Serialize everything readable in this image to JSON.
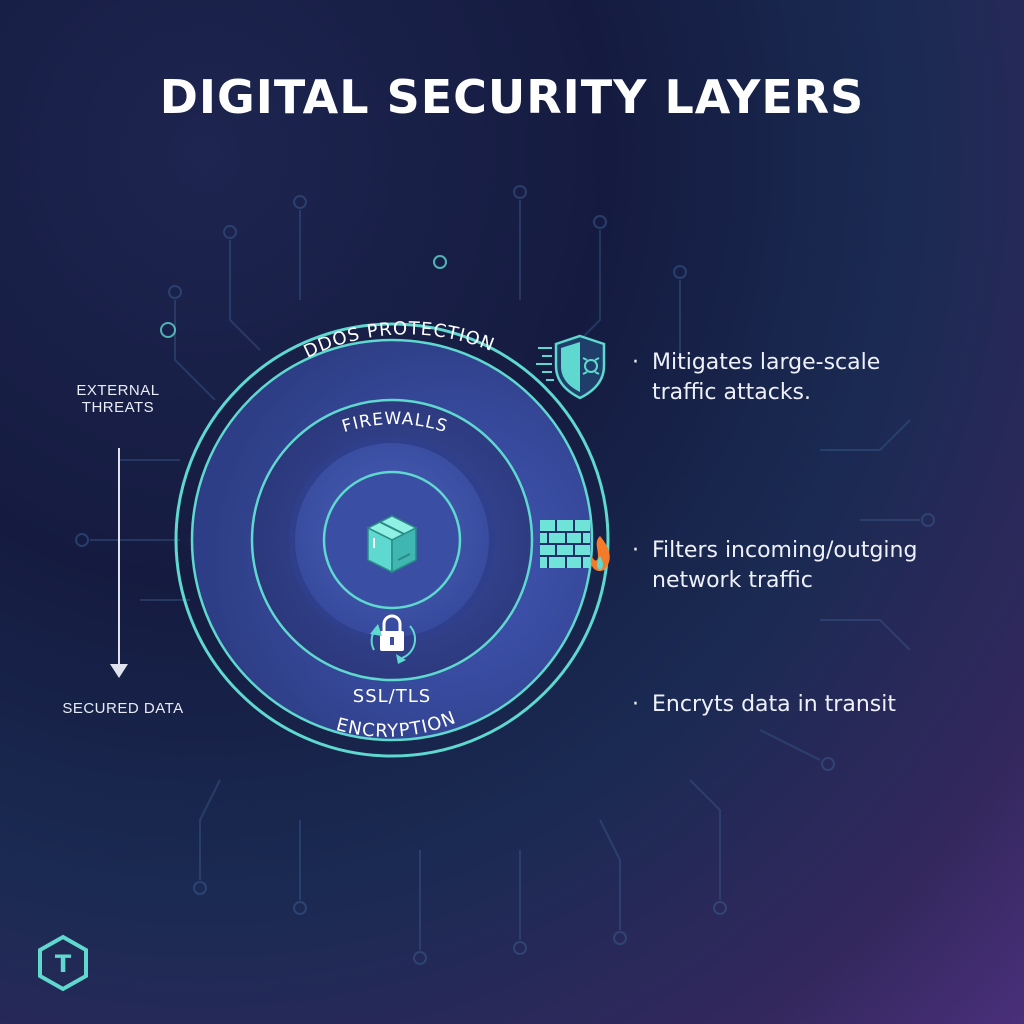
{
  "title": "DIGITAL SECURITY LAYERS",
  "flow": {
    "top_label_line1": "EXTERNAL",
    "top_label_line2": "THREATS",
    "bottom_label": "SECURED DATA"
  },
  "layers": [
    {
      "name": "DDOS PROTECTION",
      "icon": "shield-icon",
      "description": "Mitigates large-scale\ntraffic attacks."
    },
    {
      "name": "FIREWALLS",
      "icon": "firewall-icon",
      "description": "Filters incoming/outging\nnetwork traffic"
    },
    {
      "name_line1": "SSL/TLS",
      "name_line2": "ENCRYPTION",
      "icon": "lock-icon",
      "description": "Encryts data in transit"
    }
  ],
  "core": {
    "icon": "data-box-icon"
  },
  "bullet": "·",
  "logo": {
    "letter": "T"
  },
  "colors": {
    "accent": "#5fd8cf",
    "ring_outer": "#3b4fa6",
    "ring_mid": "#3a4a9a",
    "ring_inner": "#3f56a8",
    "flame": "#f47b2a"
  }
}
